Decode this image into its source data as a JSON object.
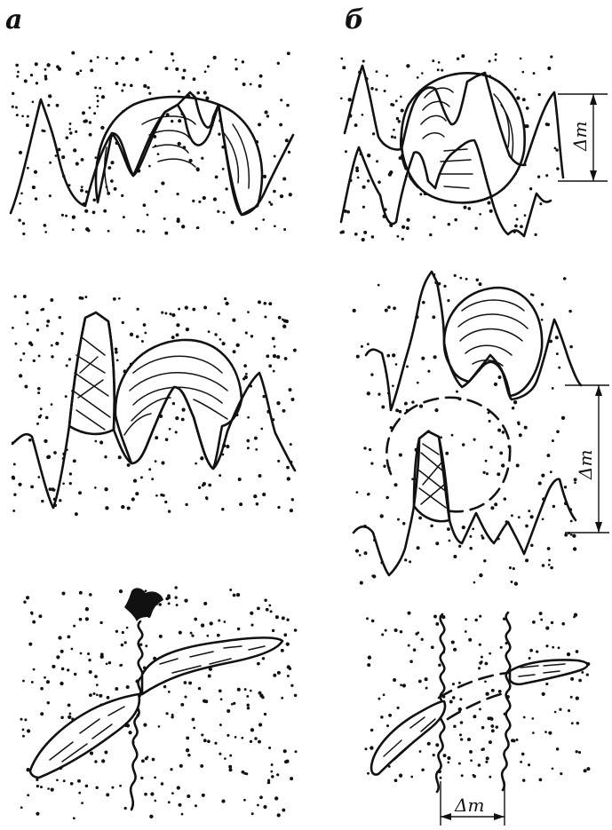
{
  "columns": {
    "left_label": "а",
    "right_label": "б"
  },
  "dimensions": {
    "top_right": "Δm",
    "middle_right": "Δm",
    "bottom_right": "Δm"
  }
}
